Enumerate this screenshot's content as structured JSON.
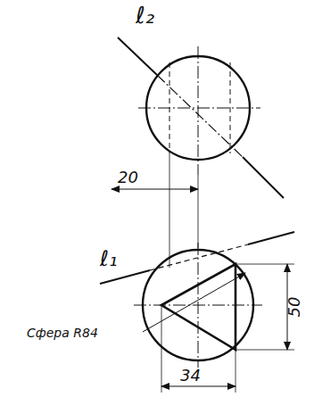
{
  "diagram": {
    "labels": [
      "ℓ₂",
      "20",
      "ℓ₁",
      "50",
      "Сфера R84",
      "34"
    ]
  }
}
